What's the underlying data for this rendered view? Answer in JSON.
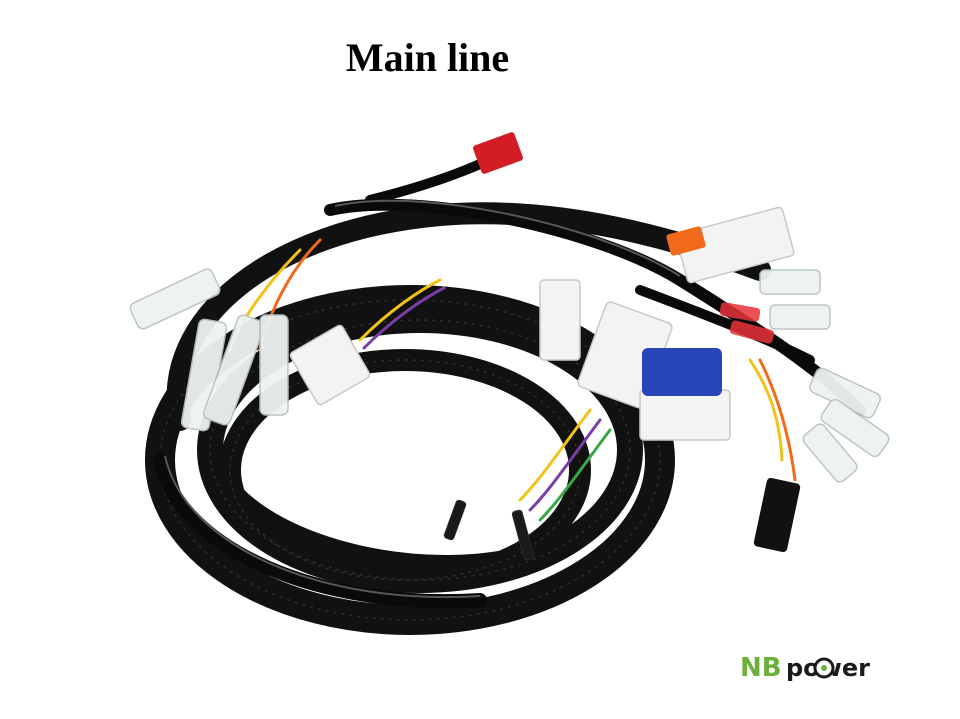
{
  "page": {
    "title": "Main line"
  },
  "logo": {
    "text_nb": "NB",
    "text_power": "power",
    "nb_color": "#6ab03a",
    "power_color": "#1a1a1a"
  },
  "photo": {
    "subject": "wire-harness-photo",
    "cable_color": "#0d0d0d",
    "accent_colors": [
      "#d41c24",
      "#f26a1b",
      "#2846b8",
      "#f2c21a",
      "#7a3fa6",
      "#3aa64a"
    ]
  }
}
